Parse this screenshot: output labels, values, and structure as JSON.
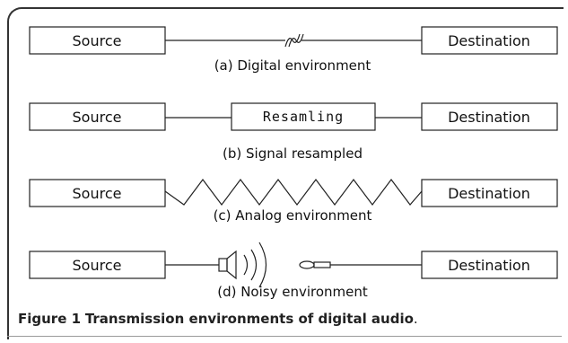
{
  "panels": [
    {
      "source_label": "Source",
      "destination_label": "Destination",
      "caption": "(a) Digital environment"
    },
    {
      "source_label": "Source",
      "destination_label": "Destination",
      "middle_label": "Resamling",
      "caption": "(b) Signal resampled"
    },
    {
      "source_label": "Source",
      "destination_label": "Destination",
      "caption": "(c) Analog environment"
    },
    {
      "source_label": "Source",
      "destination_label": "Destination",
      "caption": "(d) Noisy environment"
    }
  ],
  "figure_caption": {
    "number": "Figure 1",
    "text": "Transmission environments of digital audio",
    "period": "."
  }
}
